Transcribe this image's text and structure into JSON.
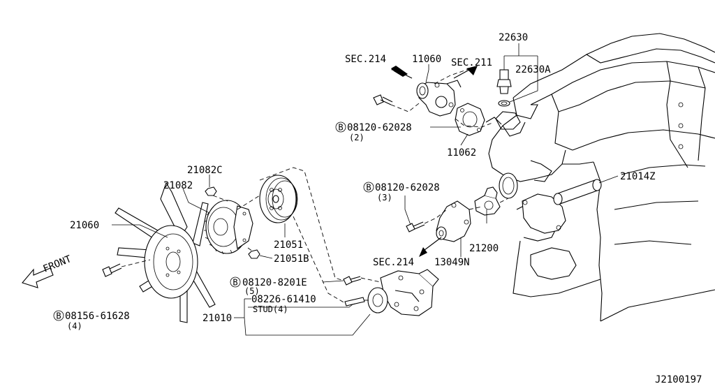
{
  "labels": {
    "sec214_top": "SEC.214",
    "p11060": "11060",
    "sec211": "SEC.211",
    "p22630": "22630",
    "p22630a": "22630A",
    "bolt_top": "08120-62028",
    "bolt_top_qty": "(2)",
    "p11062": "11062",
    "p21082c": "21082C",
    "p21082": "21082",
    "p21060": "21060",
    "p21051": "21051",
    "p21051b": "21051B",
    "front": "FRONT",
    "bolt_mid": "08120-62028",
    "bolt_mid_qty": "(3)",
    "p21014z": "21014Z",
    "p21200": "21200",
    "sec214_mid": "SEC.214",
    "p13049n": "13049N",
    "bolt_pump": "08120-8201E",
    "bolt_pump_qty": "(5)",
    "stud": "08226-61410",
    "stud_note": "STUD(4)",
    "p21010": "21010",
    "bolt_fan": "08156-61628",
    "bolt_fan_qty": "(4)",
    "diagram_id": "J2100197"
  },
  "markers": {
    "bolt_symbol": "B"
  }
}
